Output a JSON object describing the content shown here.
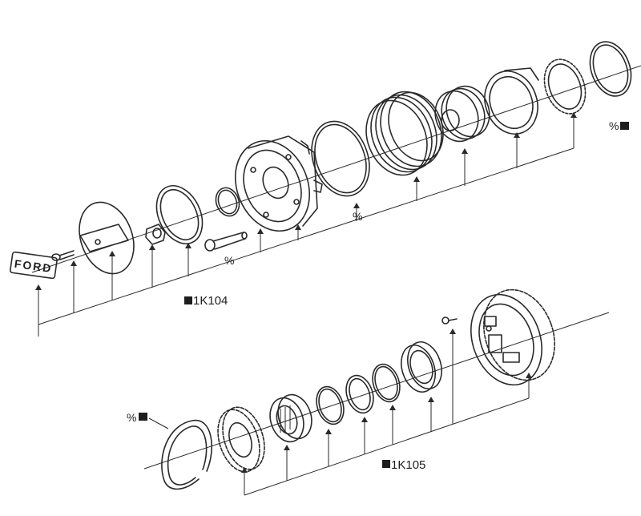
{
  "assembly_1": {
    "ref": "1K104"
  },
  "assembly_2": {
    "ref": "1K105"
  },
  "percent_mark": "%",
  "ford_emblem_text": "FORD",
  "colors": {
    "ink": "#2a2a2a",
    "paper": "#ffffff",
    "square": "#1e1e1e"
  }
}
